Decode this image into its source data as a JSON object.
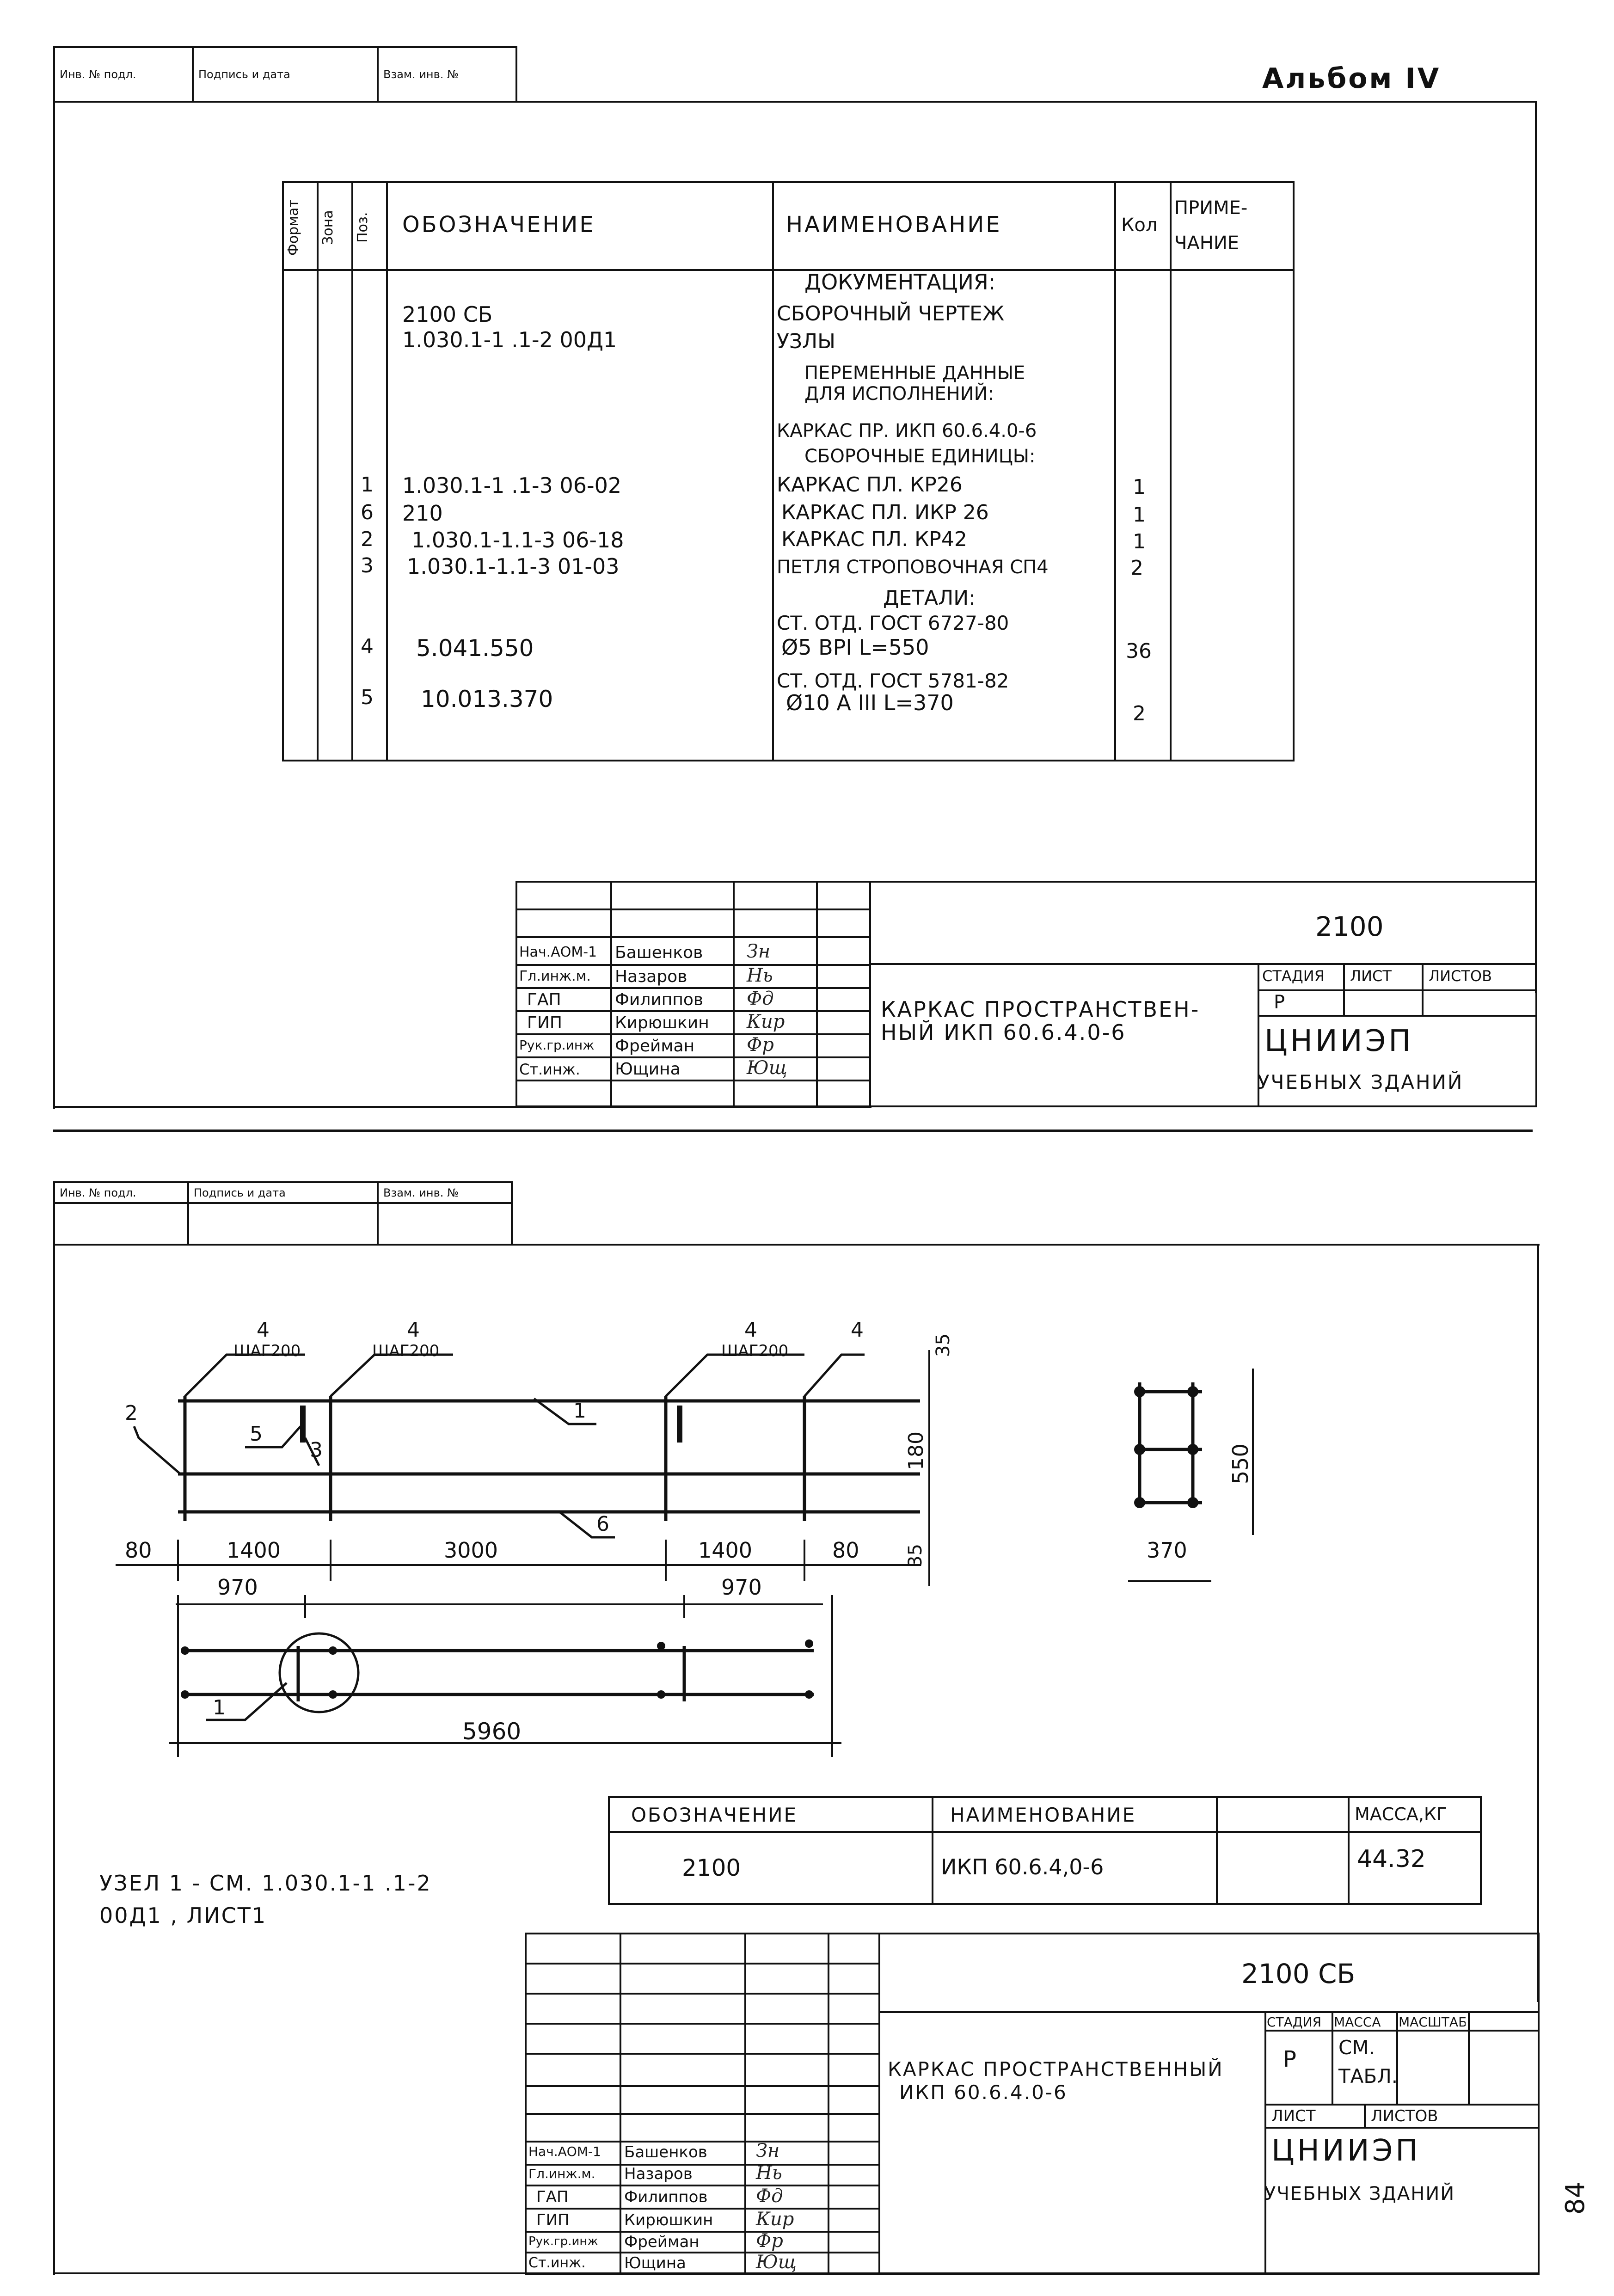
{
  "album": "Альбом IV",
  "stamp_labels": {
    "inv_podl": "Инв. № подл.",
    "podpis_data": "Подпись и дата",
    "vzam_inv": "Взам. инв. №"
  },
  "spec": {
    "headers": {
      "format": "Формат",
      "zona": "Зона",
      "poz": "Поз.",
      "oboznachenie": "ОБОЗНАЧЕНИЕ",
      "naimenovanie": "НАИМЕНОВАНИЕ",
      "kol": "Кол",
      "primechanie": "ПРИМЕ-\nЧАНИЕ"
    },
    "rows": [
      {
        "poz": "",
        "ob": "",
        "name": "ДОКУМЕНТАЦИЯ:",
        "kol": ""
      },
      {
        "poz": "",
        "ob": "2100 СБ",
        "name": "СБОРОЧНЫЙ ЧЕРТЕЖ",
        "kol": ""
      },
      {
        "poz": "",
        "ob": "1.030.1-1 .1-2  00Д1",
        "name": "УЗЛЫ",
        "kol": ""
      },
      {
        "poz": "",
        "ob": "",
        "name": "ПЕРЕМЕННЫЕ ДАННЫЕ",
        "kol": ""
      },
      {
        "poz": "",
        "ob": "",
        "name": "ДЛЯ ИСПОЛНЕНИЙ:",
        "kol": ""
      },
      {
        "poz": "",
        "ob": "",
        "name": "КАРКАС ПР. ИКП 60.6.4.0-6",
        "kol": ""
      },
      {
        "poz": "",
        "ob": "",
        "name": "СБОРОЧНЫЕ ЕДИНИЦЫ:",
        "kol": ""
      },
      {
        "poz": "1",
        "ob": "1.030.1-1 .1-3   06-02",
        "name": "КАРКАС ПЛ.  КР26",
        "kol": "1"
      },
      {
        "poz": "6",
        "ob": "210",
        "name": "КАРКАС ПЛ.  ИКР 26",
        "kol": "1"
      },
      {
        "poz": "2",
        "ob": "1.030.1-1.1-3    06-18",
        "name": "КАРКАС ПЛ. КР42",
        "kol": "1"
      },
      {
        "poz": "3",
        "ob": "1.030.1-1.1-3    01-03",
        "name": "ПЕТЛЯ СТРОПОВОЧНАЯ СП4",
        "kol": "2"
      },
      {
        "poz": "",
        "ob": "",
        "name": "ДЕТАЛИ:",
        "kol": ""
      },
      {
        "poz": "",
        "ob": "",
        "name": "СТ. ОТД. ГОСТ 6727-80",
        "kol": ""
      },
      {
        "poz": "4",
        "ob": "5.041.550",
        "name": "Ø5 ВРI  L=550",
        "kol": "36"
      },
      {
        "poz": "",
        "ob": "",
        "name": "СТ. ОТД. ГОСТ 5781-82",
        "kol": ""
      },
      {
        "poz": "5",
        "ob": "10.013.370",
        "name": "Ø10 А III  L=370",
        "kol": "2"
      }
    ]
  },
  "titleblock_top": {
    "code": "2100",
    "title_line1": "КАРКАС ПРОСТРАНСТВЕН-",
    "title_line2": "НЫЙ ИКП 60.6.4.0-6",
    "stadia_label": "СТАДИЯ",
    "list_label": "ЛИСТ",
    "listov_label": "ЛИСТОВ",
    "stadia": "Р",
    "org_line1": "ЦНИИЭП",
    "org_line2": "УЧЕБНЫХ ЗДАНИЙ",
    "people": [
      {
        "role": "Нач.АОМ-1",
        "name": "Башенков",
        "sig": "Зн"
      },
      {
        "role": "Гл.инж.м.",
        "name": "Назаров",
        "sig": "Нь"
      },
      {
        "role": "ГАП",
        "name": "Филиппов",
        "sig": "Фд"
      },
      {
        "role": "ГИП",
        "name": "Кирюшкин",
        "sig": "Кир"
      },
      {
        "role": "Рук.гр.инж",
        "name": "Фрейман",
        "sig": "Фр"
      },
      {
        "role": "Ст.инж.",
        "name": "Ющина",
        "sig": "Ющ"
      }
    ]
  },
  "drawing": {
    "labels": {
      "p4a": "4",
      "p4b": "4",
      "p4c": "4",
      "p4d": "4",
      "shag1": "ШАГ200",
      "shag2": "ШАГ200",
      "shag3": "ШАГ200",
      "p2": "2",
      "p5": "5",
      "p3": "3",
      "p1": "1",
      "p6": "6",
      "p1b": "1"
    },
    "dims": {
      "d80a": "80",
      "d1400a": "1400",
      "d3000": "3000",
      "d1400b": "1400",
      "d80b": "80",
      "d970a": "970",
      "d970b": "970",
      "d5960": "5960",
      "d35a": "35",
      "d180": "180",
      "d35b": "35",
      "d550": "550",
      "d370": "370"
    },
    "note_line1": "УЗЕЛ 1 - СМ. 1.030.1-1 .1-2",
    "note_line2": "00Д1 , ЛИСТ1"
  },
  "mass_table": {
    "h_ob": "ОБОЗНАЧЕНИЕ",
    "h_name": "НАИМЕНОВАНИЕ",
    "h_mass": "МАССА,КГ",
    "ob": "2100",
    "name": "ИКП 60.6.4,0-6",
    "mass": "44.32"
  },
  "titleblock_bottom": {
    "code": "2100    СБ",
    "title_line1": "КАРКАС ПРОСТРАНСТВЕННЫЙ",
    "title_line2": "ИКП 60.6.4.0-6",
    "stadia_label": "СТАДИЯ",
    "massa_label": "МАССА",
    "masshtab_label": "МАСШТАБ",
    "stadia": "Р",
    "massa_val1": "СМ.",
    "massa_val2": "ТАБЛ.",
    "list_label": "ЛИСТ",
    "listov_label": "ЛИСТОВ",
    "org_line1": "ЦНИИЭП",
    "org_line2": "УЧЕБНЫХ ЗДАНИЙ",
    "people": [
      {
        "role": "Нач.АОМ-1",
        "name": "Башенков",
        "sig": "Зн"
      },
      {
        "role": "Гл.инж.м.",
        "name": "Назаров",
        "sig": "Нь"
      },
      {
        "role": "ГАП",
        "name": "Филиппов",
        "sig": "Фд"
      },
      {
        "role": "ГИП",
        "name": "Кирюшкин",
        "sig": "Кир"
      },
      {
        "role": "Рук.гр.инж",
        "name": "Фрейман",
        "sig": "Фр"
      },
      {
        "role": "Ст.инж.",
        "name": "Ющина",
        "sig": "Ющ"
      }
    ]
  },
  "page_number": "84"
}
